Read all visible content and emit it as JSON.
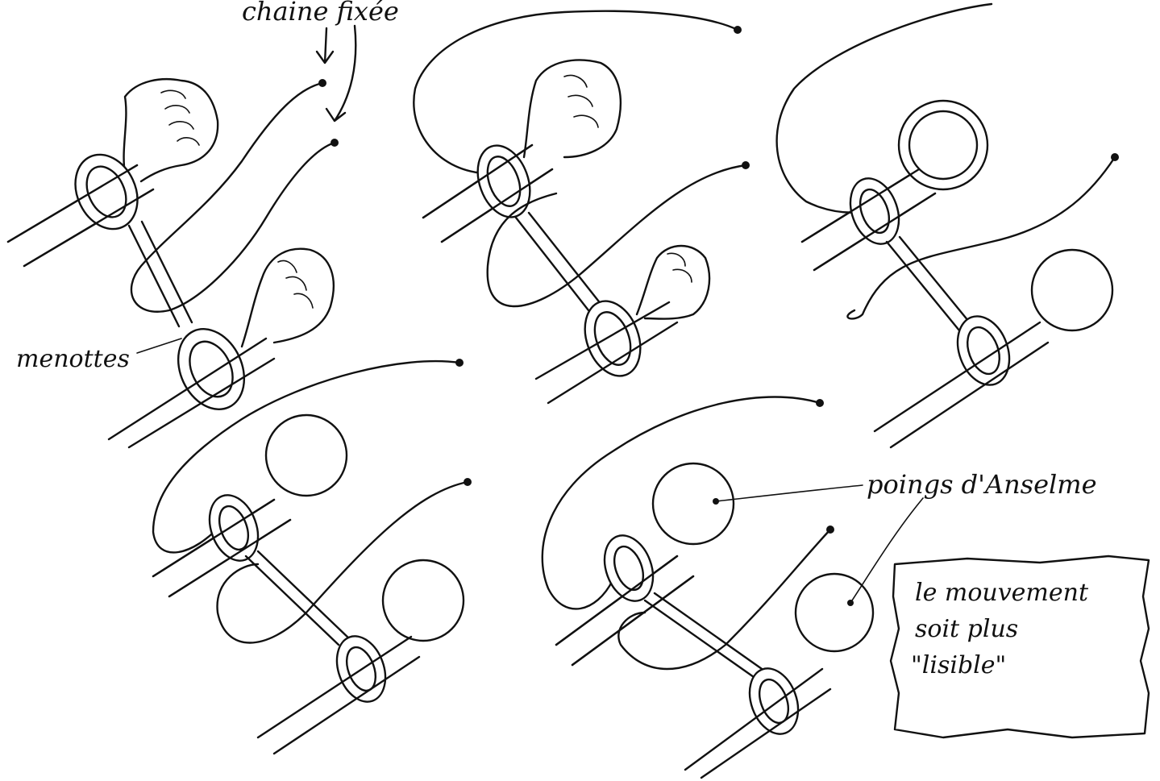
{
  "labels": {
    "chain": "chaine fixée",
    "handcuffs": "menottes",
    "fists": "poings d'Anselme"
  },
  "note": {
    "line1": "le mouvement",
    "line2": "soit plus",
    "line3": "\"lisible\""
  },
  "colors": {
    "ink": "#111111",
    "paper": "#ffffff"
  }
}
